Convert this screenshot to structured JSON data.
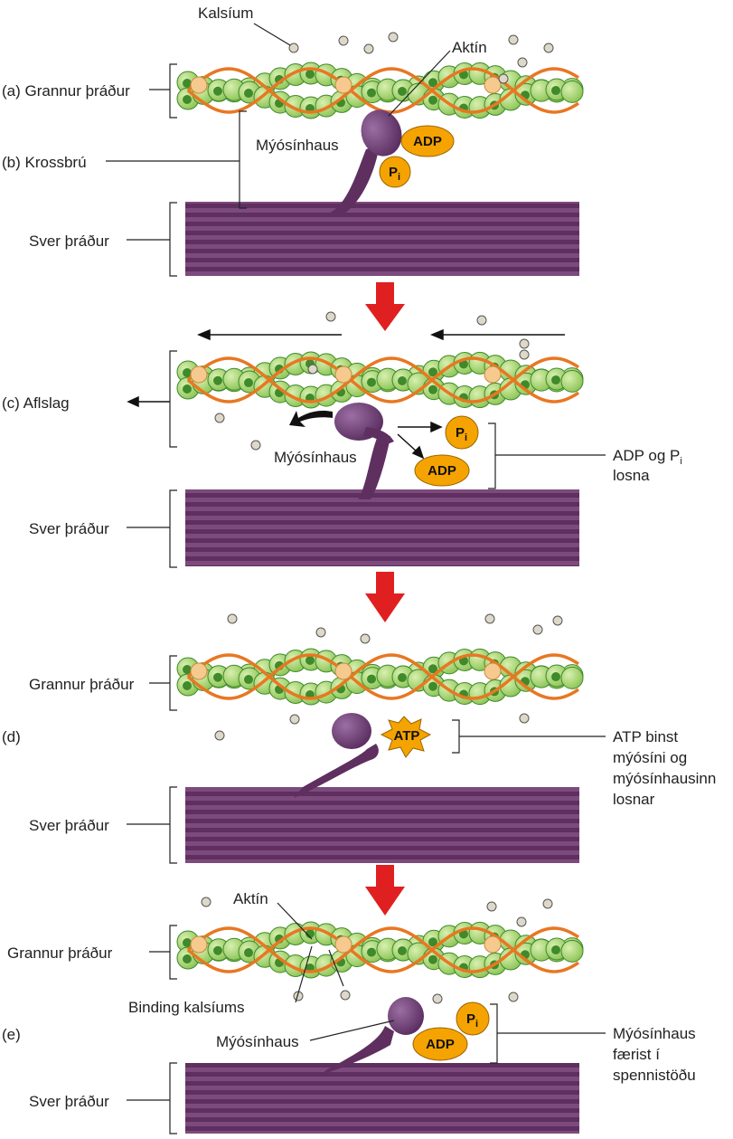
{
  "labels": {
    "kalsium": "Kalsíum",
    "aktin_top": "Aktín",
    "a_grannur": "(a) Grannur þráður",
    "b_krossbru": "(b) Krossbrú",
    "myosin_head_a": "Mýósínhaus",
    "sver_a": "Sver þráður",
    "c_aflslag": "(c) Aflslag",
    "myosin_head_c": "Mýósínhaus",
    "adp_release_line1": "ADP og P",
    "adp_release_sub": "i",
    "adp_release_line2": "losna",
    "sver_c": "Sver þráður",
    "grannur_d": "Grannur þráður",
    "d_label": "(d)",
    "atp_binds_line1": "ATP binst",
    "atp_binds_line2": "mýósíni og",
    "atp_binds_line3": "mýósínhausinn",
    "atp_binds_line4": "losnar",
    "sver_d": "Sver þráður",
    "aktin_e": "Aktín",
    "grannur_e": "Grannur þráður",
    "binding_kalsiums": "Binding kalsíums",
    "e_label": "(e)",
    "myosin_head_e": "Mýósínhaus",
    "cocking_line1": "Mýósínhaus",
    "cocking_line2": "færist í",
    "cocking_line3": "spennistöðu",
    "sver_e": "Sver þráður"
  },
  "molecules": {
    "adp": "ADP",
    "p": "P",
    "p_sub": "i",
    "atp": "ATP"
  },
  "colors": {
    "actin_light": "#a9d86e",
    "actin_dark": "#3f8a2a",
    "tropomyosin": "#e87722",
    "troponin": "#f6c98e",
    "thick_filament": "#6e3d6e",
    "myosin_head": "#7a4a82",
    "molecule_fill": "#f5a300",
    "arrow_red": "#e02020",
    "calcium_dot": "#ddd8c8"
  }
}
